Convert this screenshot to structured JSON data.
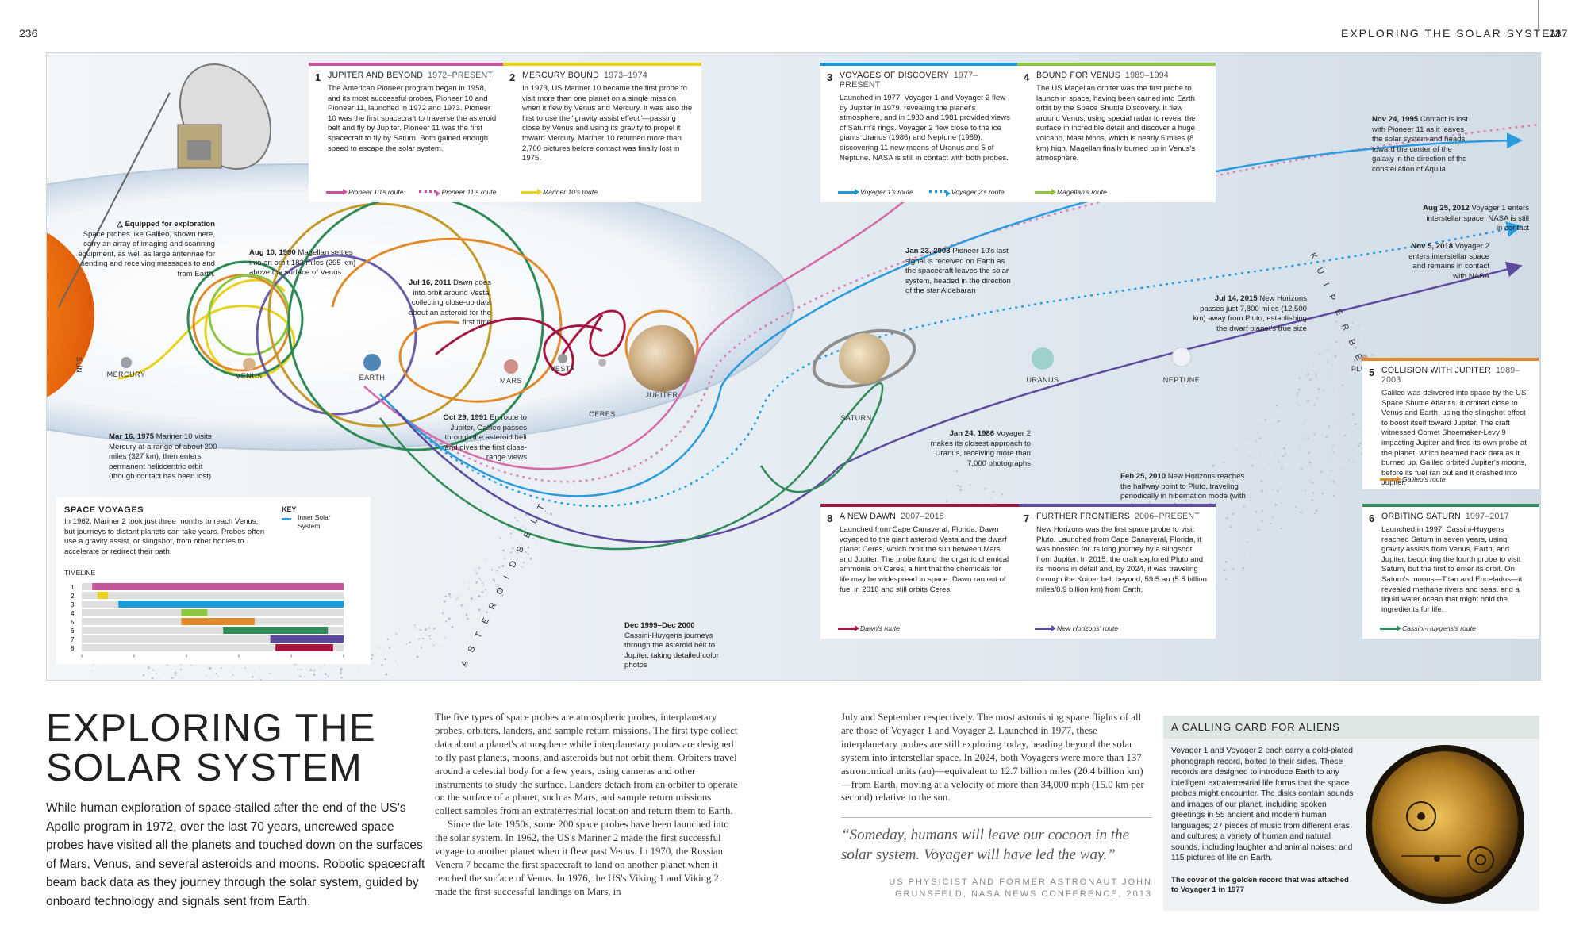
{
  "page": {
    "left_number": "236",
    "right_number": "237",
    "running_head": "EXPLORING THE SOLAR SYSTEM"
  },
  "equipped_caption": {
    "title": "△ Equipped for exploration",
    "text": "Space probes like Galileo, shown here, carry an array of imaging and scanning equipment, as well as large antennae for sending and receiving messages to and from Earth."
  },
  "bodies": {
    "sun": "SUN",
    "mercury": "MERCURY",
    "venus": "VENUS",
    "earth": "EARTH",
    "mars": "MARS",
    "vesta": "VESTA",
    "ceres": "CERES",
    "jupiter": "JUPITER",
    "saturn": "SATURN",
    "uranus": "URANUS",
    "neptune": "NEPTUNE",
    "pluto": "PLUTO",
    "kuiper": "K U I P E R   B E L T",
    "asteroid": "A S T E R O I D   B E L T"
  },
  "annotations": {
    "mercury_1975": {
      "date": "Mar 16, 1975",
      "text": "Mariner 10 visits Mercury at a range of about 200 miles (327 km), then enters permanent heliocentric orbit (though contact has been lost)"
    },
    "magellan_1990": {
      "date": "Aug 10, 1990",
      "text": "Magellan settles into an orbit 183 miles (295 km) above the surface of Venus"
    },
    "dawn_2011": {
      "date": "Jul 16, 2011",
      "text": "Dawn goes into orbit around Vesta, collecting close-up data about an asteroid for the first time"
    },
    "galileo_1991": {
      "date": "Oct 29, 1991",
      "text": "En route to Jupiter, Galileo passes through the asteroid belt and gives the first close-range views"
    },
    "cassini_2000": {
      "date": "Dec 1999–Dec 2000",
      "text": "Cassini-Huygens journeys through the asteroid belt to Jupiter, taking detailed color photos"
    },
    "pioneer_2003": {
      "date": "Jan 23, 2003",
      "text": "Pioneer 10's last signal is received on Earth as the spacecraft leaves the solar system, headed in the direction of the star Aldebaran"
    },
    "voyager_1986": {
      "date": "Jan 24, 1986",
      "text": "Voyager 2 makes its closest approach to Uranus, receiving more than 7,000 photographs"
    },
    "nh_2010": {
      "date": "Feb 25, 2010",
      "text": "New Horizons reaches the halfway point to Pluto, traveling periodically in hibernation mode (with major systems deactivated)"
    },
    "nh_2015": {
      "date": "Jul 14, 2015",
      "text": "New Horizons passes just 7,800 miles (12,500 km) away from Pluto, establishing the dwarf planet's true size"
    },
    "pioneer11_1995": {
      "date": "Nov 24, 1995",
      "text": "Contact is lost with Pioneer 11 as it leaves the solar system and heads toward the center of the galaxy in the direction of the constellation of Aquila"
    },
    "voyager1_2012": {
      "date": "Aug 25, 2012",
      "text": "Voyager 1 enters interstellar space; NASA is still in contact"
    },
    "voyager2_2018": {
      "date": "Nov 5, 2018",
      "text": "Voyager 2 enters interstellar space and remains in contact with NASA"
    }
  },
  "boxes": [
    {
      "num": "1",
      "title": "JUPITER AND BEYOND",
      "years": "1972–PRESENT",
      "color": "#c8559a",
      "text": "The American Pioneer program began in 1958, and its most successful probes, Pioneer 10 and Pioneer 11, launched in 1972 and 1973. Pioneer 10 was the first spacecraft to traverse the asteroid belt and fly by Jupiter. Pioneer 11 was the first spacecraft to fly by Saturn. Both gained enough speed to escape the solar system.",
      "route1": "Pioneer 10's route",
      "route2": "Pioneer 11's route"
    },
    {
      "num": "2",
      "title": "MERCURY BOUND",
      "years": "1973–1974",
      "color": "#e8d21c",
      "text": "In 1973, US Mariner 10 became the first probe to visit more than one planet on a single mission when it flew by Venus and Mercury. It was also the first to use the \"gravity assist effect\"—passing close by Venus and using its gravity to propel it toward Mercury. Mariner 10 returned more than 2,700 pictures before contact was finally lost in 1975.",
      "route1": "Mariner 10's route"
    },
    {
      "num": "3",
      "title": "VOYAGES OF DISCOVERY",
      "years": "1977–PRESENT",
      "color": "#1a9ad6",
      "text": "Launched in 1977, Voyager 1 and Voyager 2 flew by Jupiter in 1979, revealing the planet's atmosphere, and in 1980 and 1981 provided views of Saturn's rings. Voyager 2 flew close to the ice giants Uranus (1986) and Neptune (1989), discovering 11 new moons of Uranus and 5 of Neptune. NASA is still in contact with both probes.",
      "route1": "Voyager 1's route",
      "route2": "Voyager 2's route"
    },
    {
      "num": "4",
      "title": "BOUND FOR VENUS",
      "years": "1989–1994",
      "color": "#8cc63f",
      "text": "The US Magellan orbiter was the first probe to launch in space, having been carried into Earth orbit by the Space Shuttle Discovery. It flew around Venus, using special radar to reveal the surface in incredible detail and discover a huge volcano, Maat Mons, which is nearly 5 miles (8 km) high. Magellan finally burned up in Venus's atmosphere.",
      "route1": "Magellan's route"
    },
    {
      "num": "5",
      "title": "COLLISION WITH JUPITER",
      "years": "1989–2003",
      "color": "#e08a2c",
      "text": "Galileo was delivered into space by the US Space Shuttle Atlantis. It orbited close to Venus and Earth, using the slingshot effect to boost itself toward Jupiter. The craft witnessed Comet Shoemaker-Levy 9 impacting Jupiter and fired its own probe at the planet, which beamed back data as it burned up. Galileo orbited Jupiter's moons, before its fuel ran out and it crashed into Jupiter.",
      "route1": "Galileo's route"
    },
    {
      "num": "6",
      "title": "ORBITING SATURN",
      "years": "1997–2017",
      "color": "#2e8b57",
      "text": "Launched in 1997, Cassini-Huygens reached Saturn in seven years, using gravity assists from Venus, Earth, and Jupiter, becoming the fourth probe to visit Saturn, but the first to enter its orbit. On Saturn's moons—Titan and Enceladus—it revealed methane rivers and seas, and a liquid water ocean that might hold the ingredients for life.",
      "route1": "Cassini-Huygens's route"
    },
    {
      "num": "7",
      "title": "FURTHER FRONTIERS",
      "years": "2006–PRESENT",
      "color": "#5b4a9e",
      "text": "New Horizons was the first space probe to visit Pluto. Launched from Cape Canaveral, Florida, it was boosted for its long journey by a slingshot from Jupiter. In 2015, the craft explored Pluto and its moons in detail and, by 2024, it was traveling through the Kuiper belt beyond, 59.5 au (5.5 billion miles/8.9 billion km) from Earth.",
      "route1": "New Horizons' route"
    },
    {
      "num": "8",
      "title": "A NEW DAWN",
      "years": "2007–2018",
      "color": "#a4163f",
      "text": "Launched from Cape Canaveral, Florida, Dawn voyaged to the giant asteroid Vesta and the dwarf planet Ceres, which orbit the sun between Mars and Jupiter. The probe found the organic chemical ammonia on Ceres, a hint that the chemicals for life may be widespread in space. Dawn ran out of fuel in 2018 and still orbits Ceres.",
      "route1": "Dawn's route"
    }
  ],
  "space_voyages": {
    "title": "SPACE VOYAGES",
    "text": "In 1962, Mariner 2 took just three months to reach Venus, but journeys to distant planets can take years. Probes often use a gravity assist, or slingshot, from other bodies to accelerate or redirect their path.",
    "key_title": "KEY",
    "key_item": "Inner Solar System",
    "timeline_label": "TIMELINE",
    "axis_ticks": [
      "1970",
      "1980",
      "1990",
      "2000",
      "2010",
      "2020"
    ],
    "rows": [
      {
        "n": "1",
        "start": 1972,
        "end": 2020,
        "color": "#c8559a"
      },
      {
        "n": "2",
        "start": 1973,
        "end": 1975,
        "color": "#e8d21c"
      },
      {
        "n": "3",
        "start": 1977,
        "end": 2020,
        "color": "#1a9ad6"
      },
      {
        "n": "4",
        "start": 1989,
        "end": 1994,
        "color": "#8cc63f"
      },
      {
        "n": "5",
        "start": 1989,
        "end": 2003,
        "color": "#e08a2c"
      },
      {
        "n": "6",
        "start": 1997,
        "end": 2017,
        "color": "#2e8b57"
      },
      {
        "n": "7",
        "start": 2006,
        "end": 2020,
        "color": "#5b4a9e"
      },
      {
        "n": "8",
        "start": 2007,
        "end": 2018,
        "color": "#a4163f"
      }
    ]
  },
  "article": {
    "title_line1": "EXPLORING THE",
    "title_line2": "SOLAR SYSTEM",
    "intro": "While human exploration of space stalled after the end of the US's Apollo program in 1972, over the last 70 years, uncrewed space probes have visited all the planets and touched down on the surfaces of Mars, Venus, and several asteroids and moons. Robotic spacecraft beam back data as they journey through the solar system, guided by onboard technology and signals sent from Earth.",
    "col1_p1": "The five types of space probes are atmospheric probes, interplanetary probes, orbiters, landers, and sample return missions. The first type collect data about a planet's atmosphere while interplanetary probes are designed to fly past planets, moons, and asteroids but not orbit them. Orbiters travel around a celestial body for a few years, using cameras and other instruments to study the surface. Landers detach from an orbiter to operate on the surface of a planet, such as Mars, and sample return missions collect samples from an extraterrestrial location and return them to Earth.",
    "col1_p2": "Since the late 1950s, some 200 space probes have been launched into the solar system. In 1962, the US's Mariner 2 made the first successful voyage to another planet when it flew past Venus. In 1970, the Russian Venera 7 became the first spacecraft to land on another planet when it reached the surface of Venus. In 1976, the US's Viking 1 and Viking 2 made the first successful landings on Mars, in",
    "col2_p1": "July and September respectively. The most astonishing space flights of all are those of Voyager 1 and Voyager 2. Launched in 1977, these interplanetary probes are still exploring today, heading beyond the solar system into interstellar space. In 2024, both Voyagers were more than 137 astronomical units (au)—equivalent to 12.7 billion miles (20.4 billion km)—from Earth, moving at a velocity of more than 34,000 mph (15.0 km per second) relative to the sun.",
    "quote": "“Someday, humans will leave our cocoon in the solar system. Voyager will have led the way.”",
    "quote_attr1": "US PHYSICIST AND FORMER ASTRONAUT JOHN",
    "quote_attr2": "GRUNSFELD, NASA NEWS CONFERENCE, 2013"
  },
  "calling_card": {
    "title": "A CALLING CARD FOR ALIENS",
    "text": "Voyager 1 and Voyager 2 each carry a gold-plated phonograph record, bolted to their sides. These records are designed to introduce Earth to any intelligent extraterrestrial life forms that the space probes might encounter. The disks contain sounds and images of our planet, including spoken greetings in 55 ancient and modern human languages; 27 pieces of music from different eras and cultures; a variety of human and natural sounds, including laughter and animal noises; and 115 pictures of life on Earth.",
    "caption": "The cover of the golden record that was attached to Voyager 1 in 1977"
  }
}
